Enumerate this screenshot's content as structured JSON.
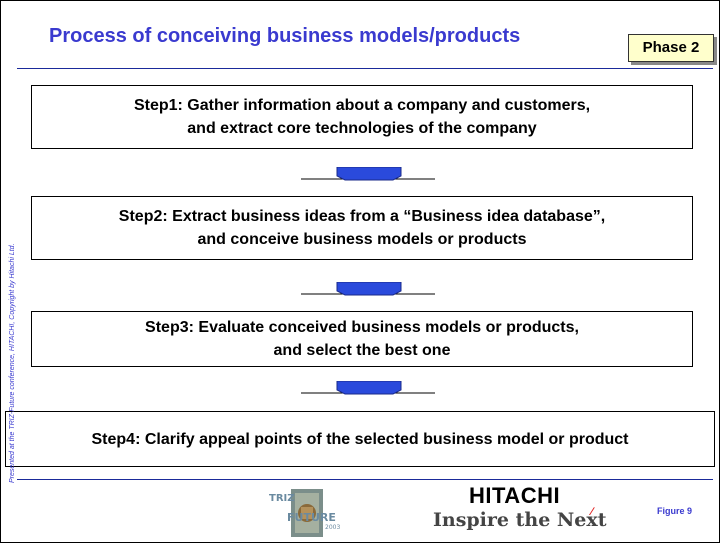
{
  "title": "Process of conceiving business models/products",
  "phase_label": "Phase 2",
  "steps": [
    {
      "line1": "Step1: Gather information about a company and customers,",
      "line2": "and extract core technologies of the company"
    },
    {
      "line1": "Step2: Extract business ideas from a “Business idea database”,",
      "line2": "and conceive business models or products"
    },
    {
      "line1": "Step3: Evaluate conceived business models or products,",
      "line2": "and select the best one"
    },
    {
      "line1": "Step4: Clarify appeal points of the selected business model or product",
      "line2": ""
    }
  ],
  "side_note": "Presented at the TRIZ-Future conference, HITACHI, Copyright by Hitachi Ltd.",
  "logo": {
    "triz_label": "TRIZ",
    "future_label": "FUTURE",
    "year": "2003"
  },
  "brand": {
    "name": "HITACHI",
    "tagline": "Inspire the Next"
  },
  "figure_label": "Figure 9",
  "colors": {
    "title": "#3a3acf",
    "arrow": "#2a4adc",
    "phase_bg": "#ffffcc"
  }
}
